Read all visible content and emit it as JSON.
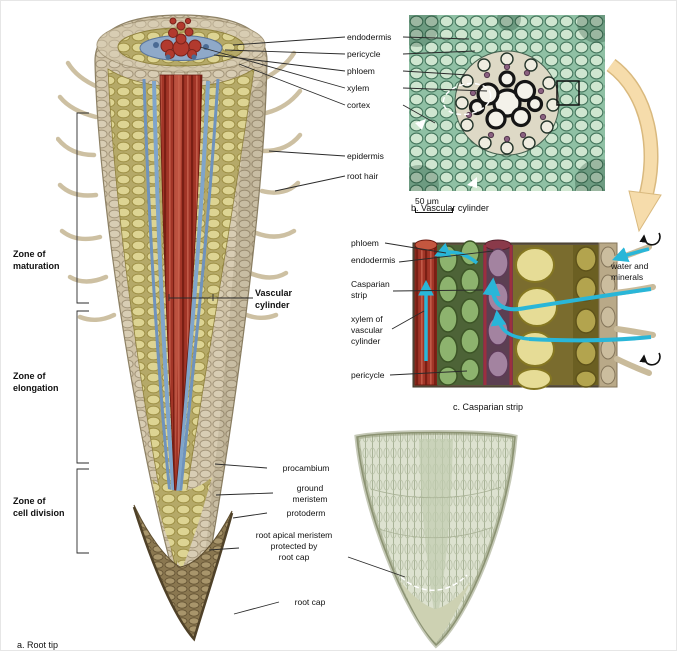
{
  "root_tip_panel": {
    "caption": "a. Root tip",
    "zone_maturation": "Zone of\nmaturation",
    "zone_elongation": "Zone of\nelongation",
    "zone_cell_division": "Zone of\ncell division",
    "vascular_cylinder": "Vascular\ncylinder"
  },
  "vascular_panel": {
    "caption": "b. Vascular cylinder",
    "scale_bar": "50 μm",
    "labels": {
      "endodermis": "endodermis",
      "pericycle": "pericycle",
      "phloem": "phloem",
      "xylem": "xylem",
      "cortex": "cortex",
      "epidermis": "epidermis",
      "root_hair": "root hair"
    }
  },
  "casparian_panel": {
    "caption": "c. Casparian strip",
    "labels": {
      "phloem": "phloem",
      "endodermis": "endodermis",
      "casparian_strip": "Casparian\nstrip",
      "xylem_of_vascular_cylinder": "xylem of\nvascular\ncylinder",
      "pericycle": "pericycle",
      "water_and_minerals": "water and\nminerals"
    }
  },
  "meristem_labels": {
    "procambium": "procambium",
    "ground_meristem": "ground\nmeristem",
    "protoderm": "protoderm",
    "root_apical_meristem": "root apical meristem\nprotected by\nroot cap",
    "root_cap": "root cap"
  },
  "colors": {
    "epidermis_tan": "#cfc2a6",
    "cortex_yellow": "#ddd493",
    "xylem_red": "#a23527",
    "phloem_blue": "#7fa5cb",
    "endodermis_blue": "#6f93bd",
    "micrograph_green": "#8fc0a4",
    "root_cap_brown": "#96835c",
    "arrow_peach": "#f6dcab",
    "water_cyan": "#29b6d8",
    "leader_line": "#2b2b2b"
  }
}
